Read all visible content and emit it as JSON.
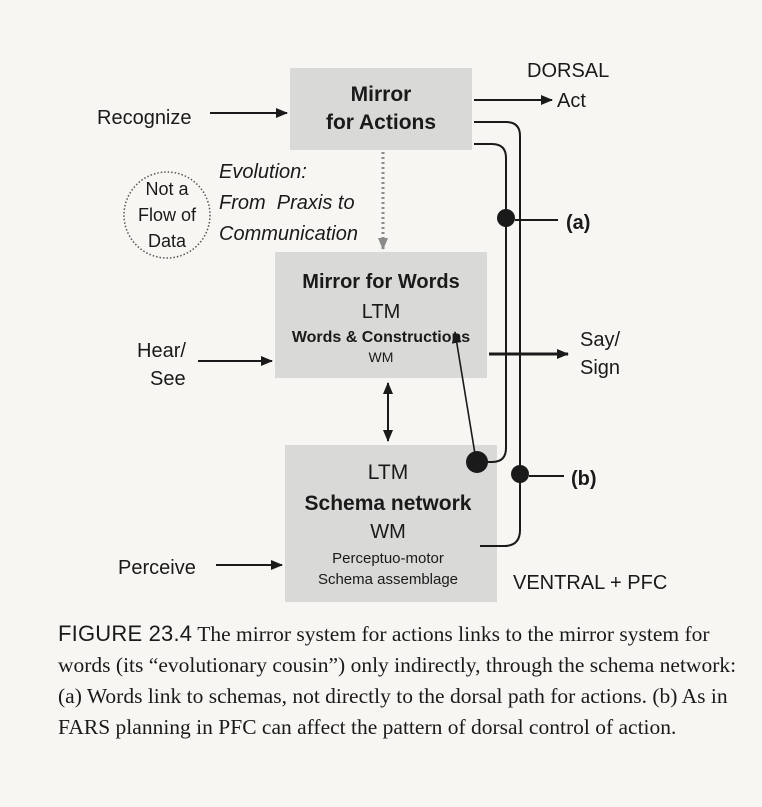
{
  "diagram": {
    "mirror_actions": {
      "line1": "Mirror",
      "line2": "for Actions"
    },
    "mirror_words": {
      "title": "Mirror for Words",
      "ltm": "LTM",
      "content": "Words & Constructions",
      "wm": "WM"
    },
    "schema": {
      "ltm": "LTM",
      "title": "Schema network",
      "wm": "WM",
      "line1": "Perceptuo-motor",
      "line2": "Schema assemblage"
    },
    "inputs": {
      "recognize": "Recognize",
      "hear_line1": "Hear/",
      "hear_line2": "See",
      "perceive": "Perceive"
    },
    "outputs": {
      "dorsal": "DORSAL",
      "act": "Act",
      "say_line1": "Say/",
      "say_line2": "Sign",
      "ventral": "VENTRAL + PFC"
    },
    "markers": {
      "a": "(a)",
      "b": "(b)"
    },
    "note": {
      "line1": "Not a",
      "line2": "Flow of",
      "line3": "Data"
    },
    "evolution": {
      "line1": "Evolution:",
      "line2": "From  Praxis to",
      "line3": "Communication"
    },
    "colors": {
      "box_fill": "#d9d9d7",
      "ink": "#1a1a1a",
      "dashed_arrow": "#8a8a8a"
    }
  },
  "caption": {
    "label": "FIGURE 23.4",
    "text": "The mirror system for actions links to the mirror system for words (its “evolutionary cousin”) only indirectly, through the schema network: (a) Words link to schemas, not directly to the dorsal path for actions. (b) As in FARS planning in PFC can affect the pattern of dorsal control of action."
  }
}
